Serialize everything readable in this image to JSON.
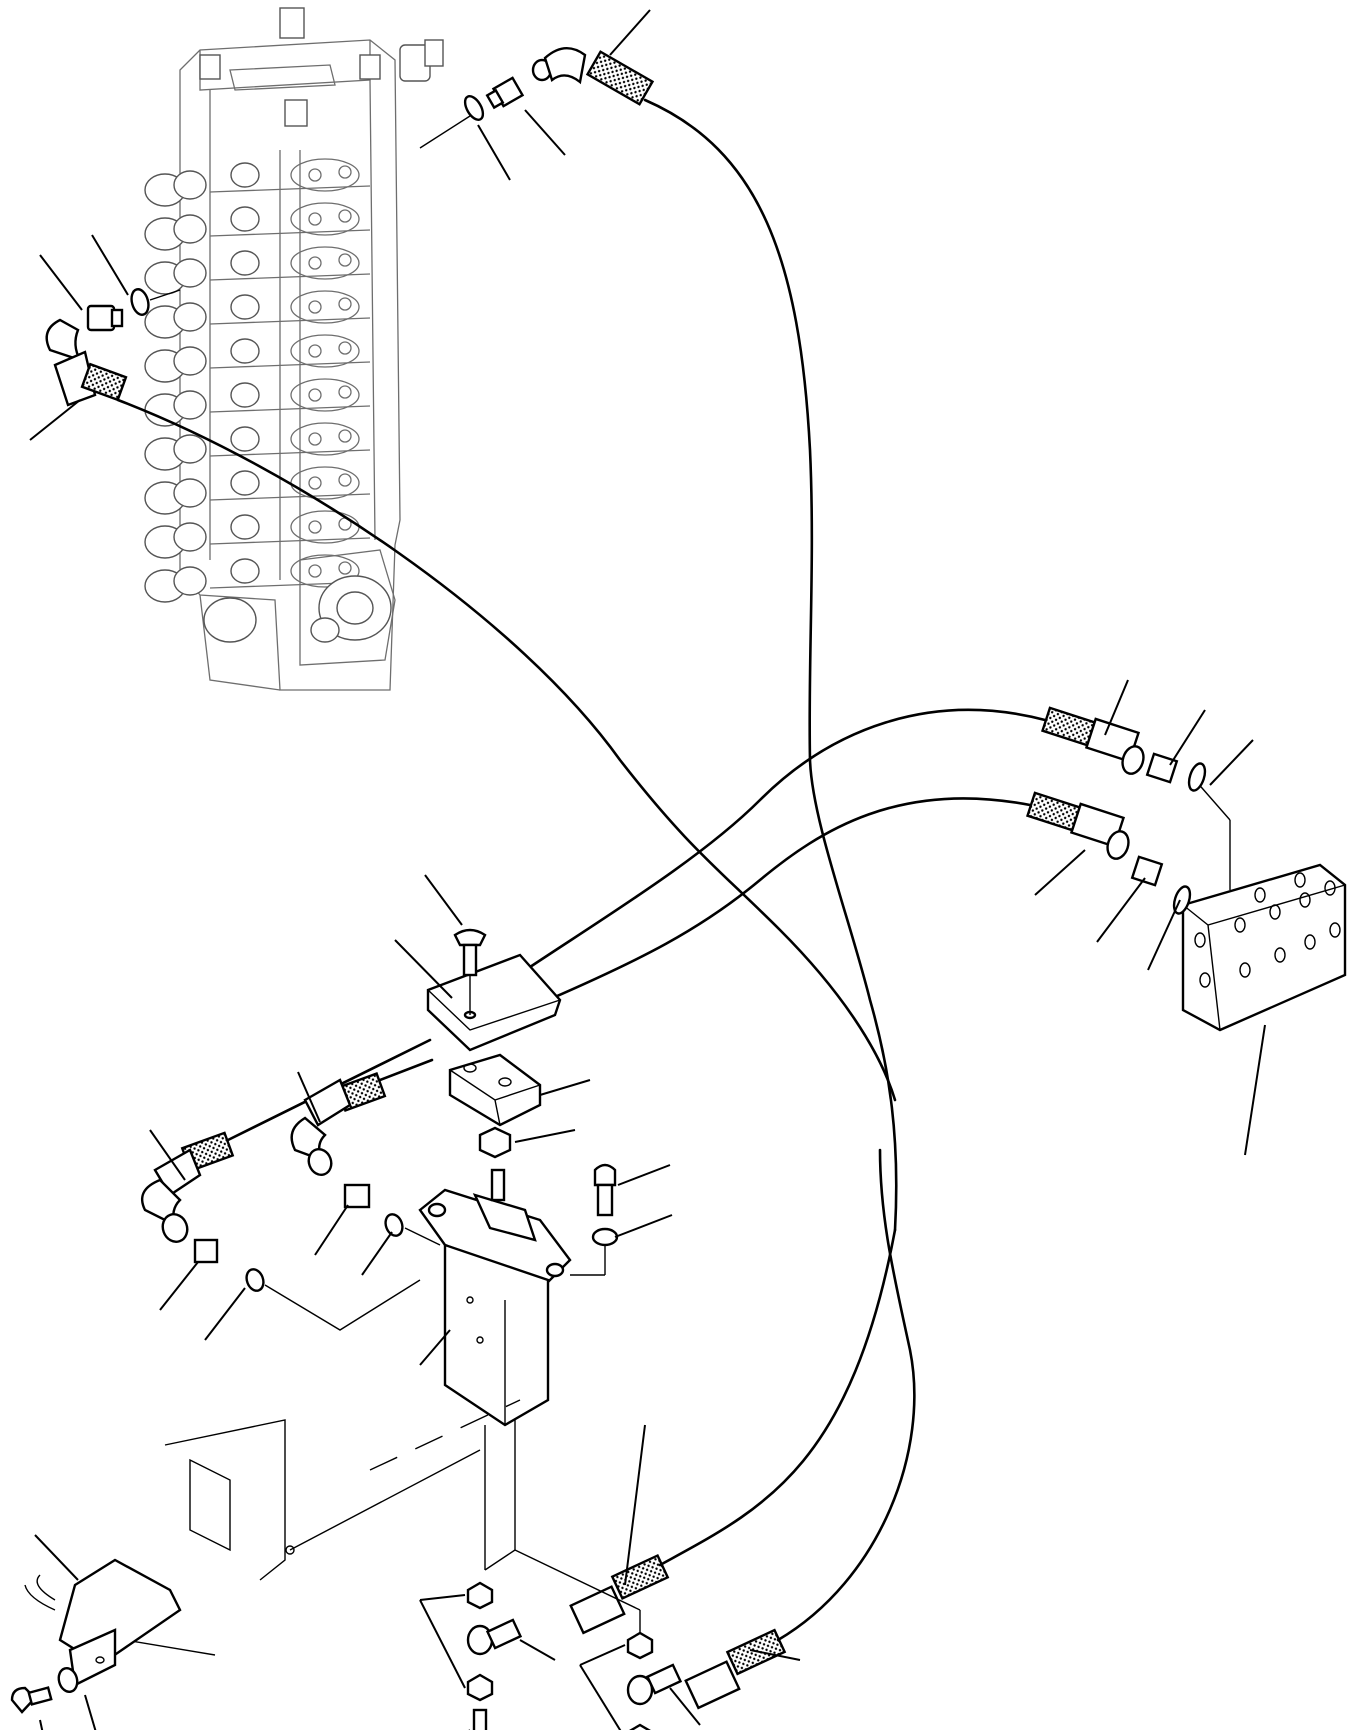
{
  "figure": {
    "type": "exploded parts diagram",
    "colors": {
      "line": "#000000",
      "background": "#ffffff",
      "hidden_line": "#6e6e6e"
    },
    "components": [
      {
        "id": "control-valve",
        "icon": "hydraulic-control-valve-bank"
      },
      {
        "id": "pilot-valve",
        "icon": "ppc-pilot-valve"
      },
      {
        "id": "valve-cover",
        "icon": "bracket-cover"
      },
      {
        "id": "spacer-block",
        "icon": "block"
      },
      {
        "id": "junction-block",
        "icon": "manifold-block"
      },
      {
        "id": "pedal",
        "icon": "foot-pedal"
      },
      {
        "id": "pedal-bracket",
        "icon": "mounting-bracket"
      }
    ],
    "hoses": [
      {
        "id": "hose-control-valve-top"
      },
      {
        "id": "hose-control-valve-left"
      },
      {
        "id": "hose-junction-upper"
      },
      {
        "id": "hose-junction-lower"
      },
      {
        "id": "hose-bottom-upper"
      },
      {
        "id": "hose-bottom-lower"
      }
    ],
    "reference_lines": 36,
    "callout_text": []
  }
}
